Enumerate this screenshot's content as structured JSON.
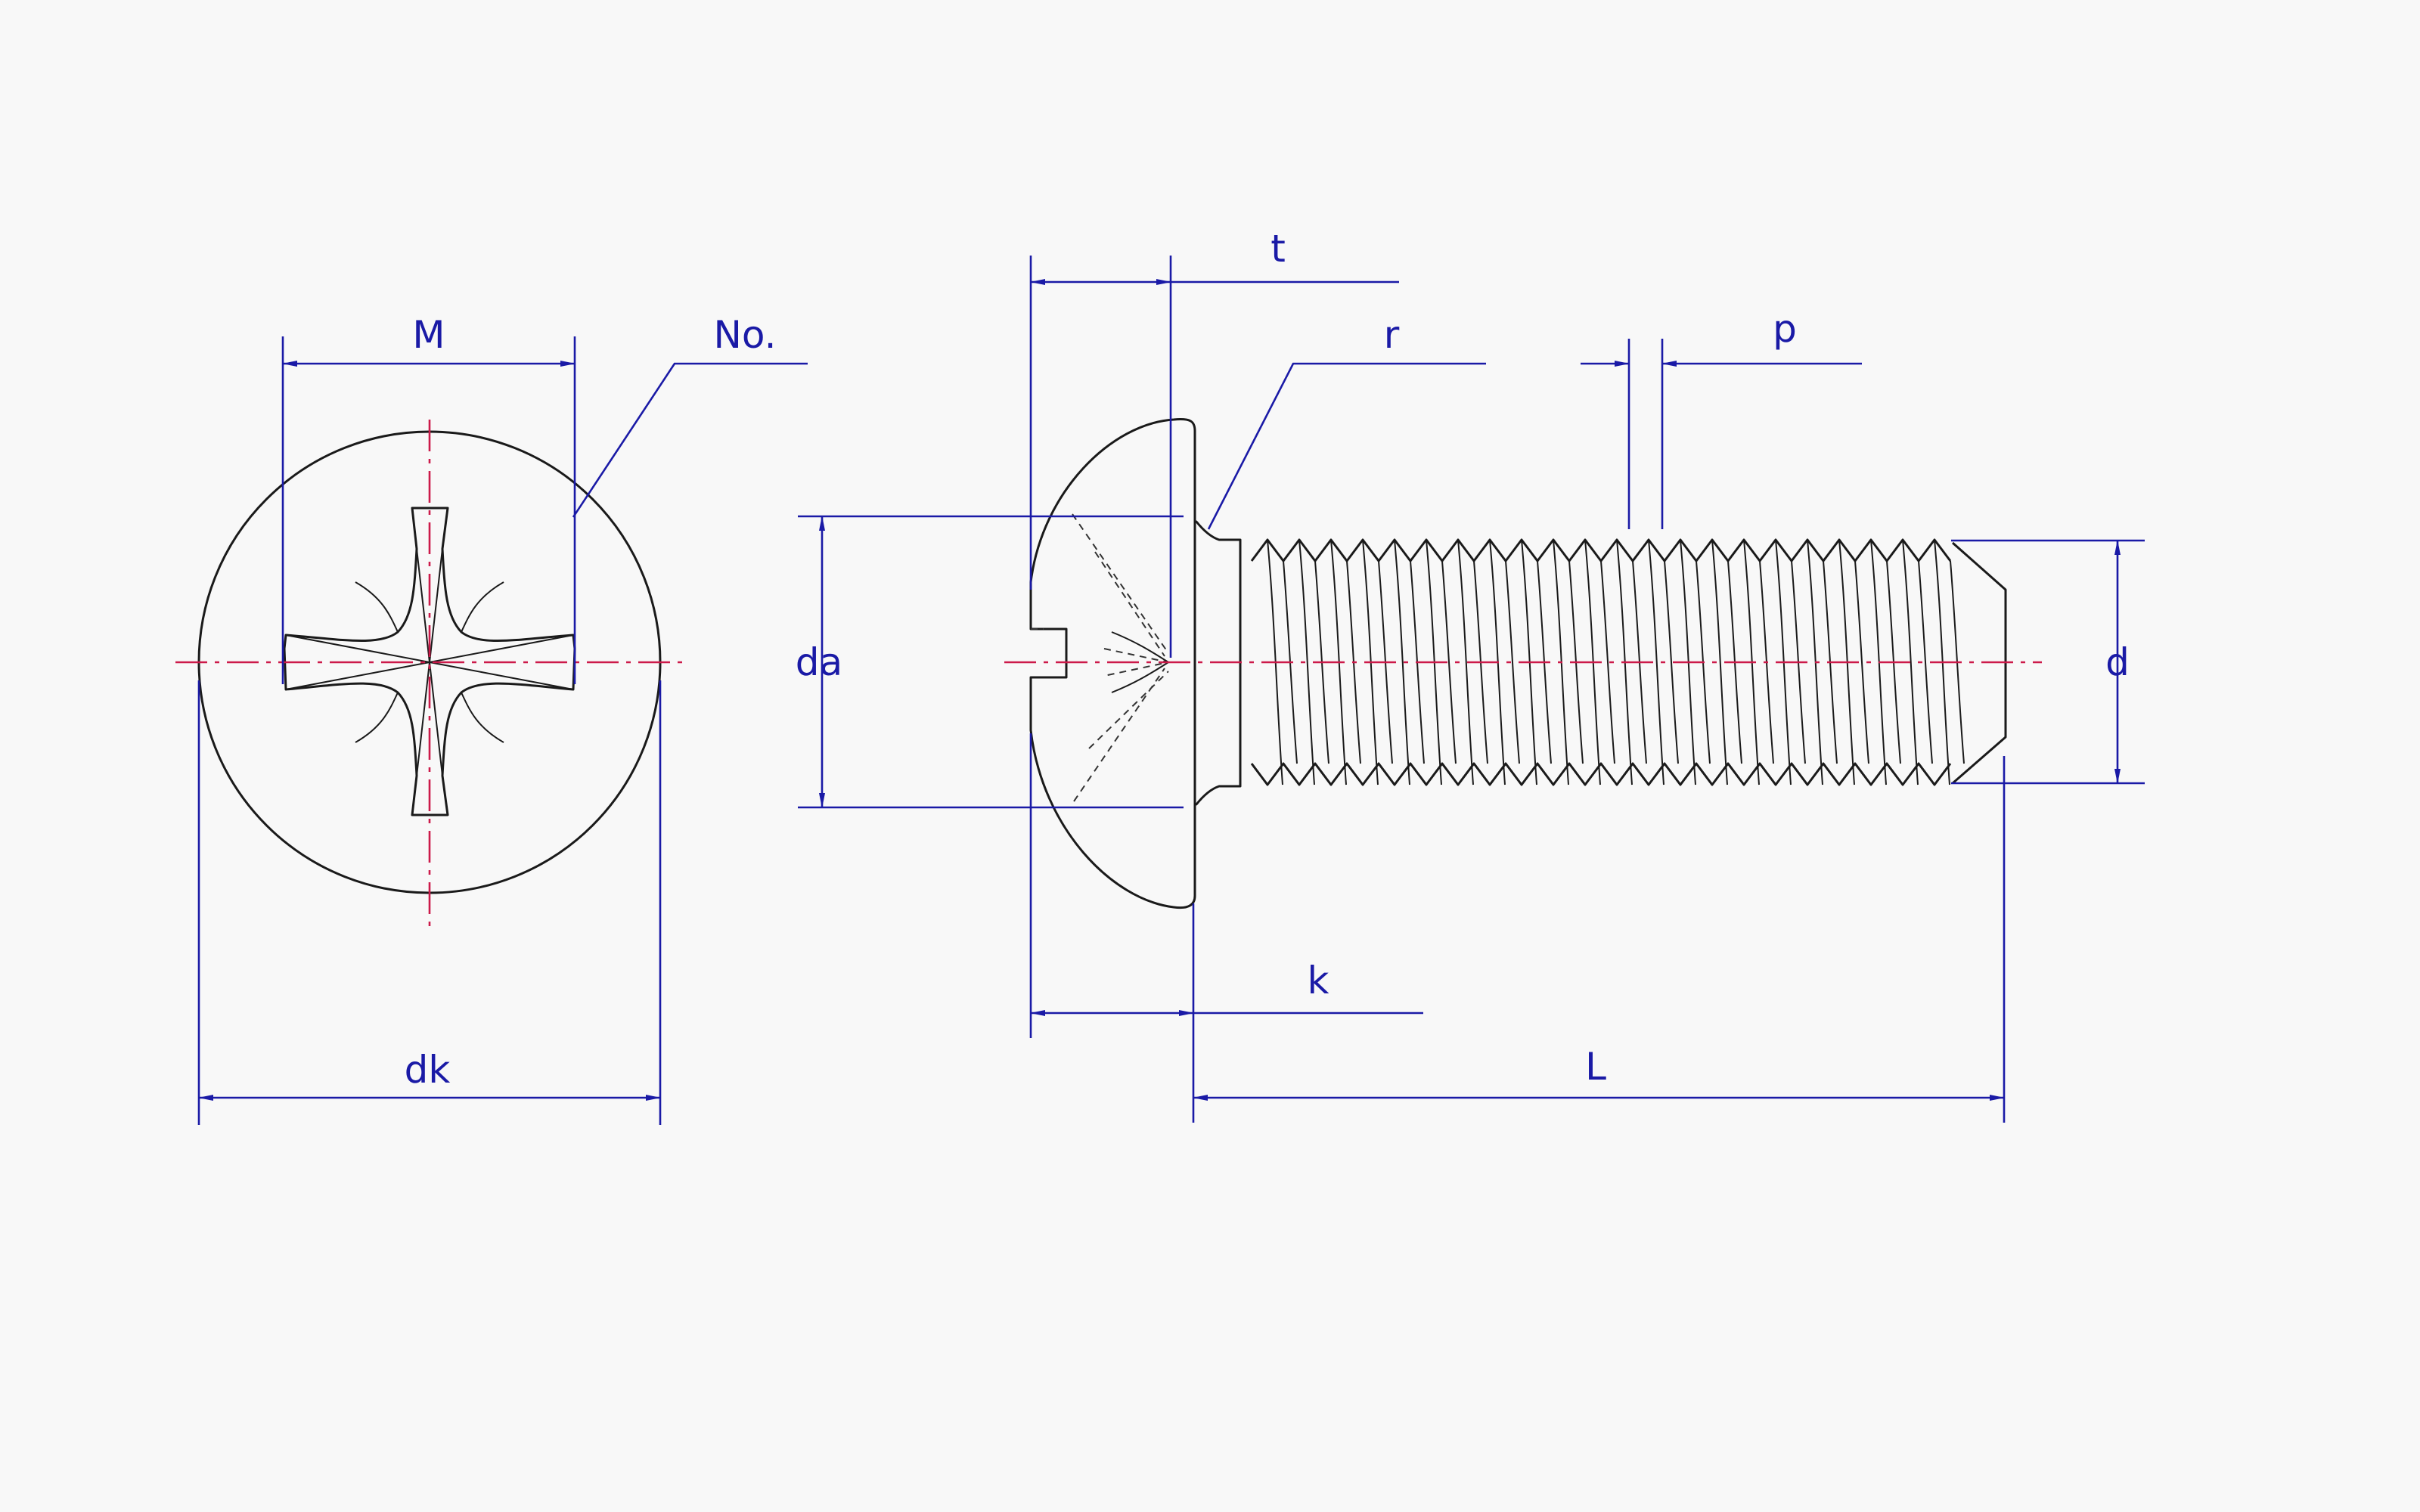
{
  "labels": {
    "M": "M",
    "No": "No.",
    "dk": "dk",
    "t": "t",
    "r": "r",
    "p": "p",
    "da": "da",
    "d": "d",
    "k": "k",
    "L": "L"
  },
  "colors": {
    "dimension": "#1a1aa6",
    "centerline": "#cc1a4a",
    "outline": "#1a1a1a",
    "background": "#f8f8f8"
  }
}
